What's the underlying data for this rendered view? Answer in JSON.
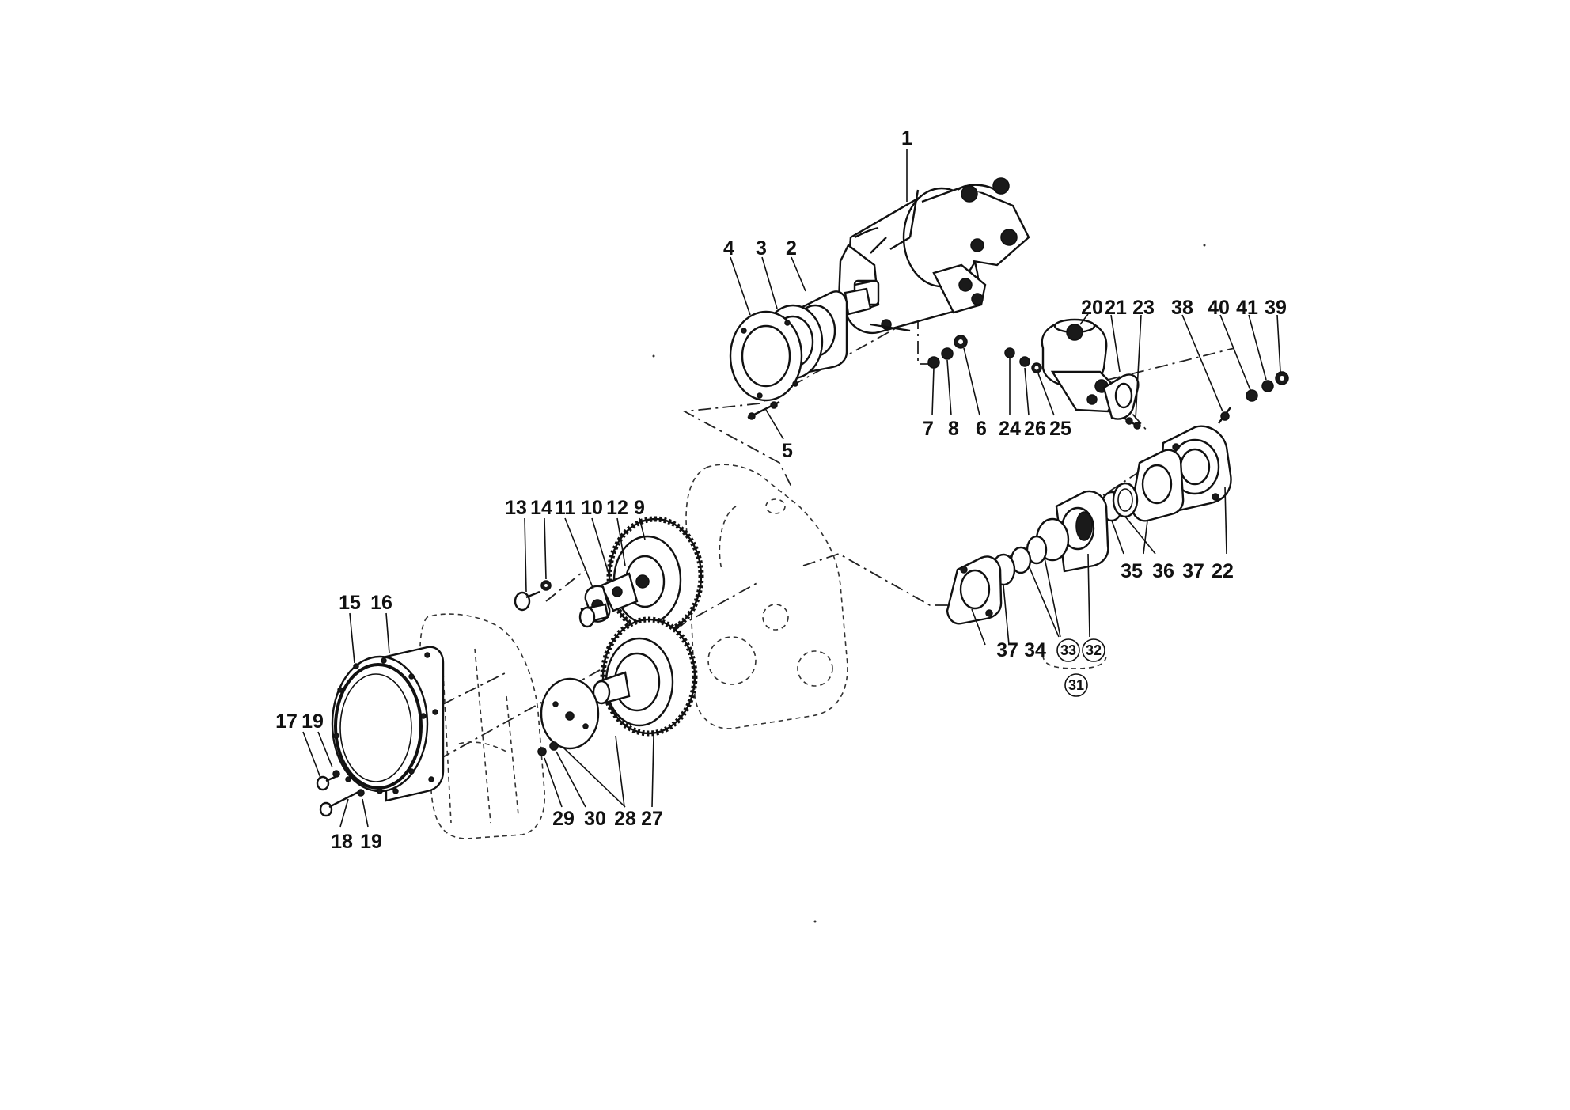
{
  "diagram": {
    "labels": [
      {
        "id": "1",
        "text": "1"
      },
      {
        "id": "2",
        "text": "2"
      },
      {
        "id": "3",
        "text": "3"
      },
      {
        "id": "4",
        "text": "4"
      },
      {
        "id": "5",
        "text": "5"
      },
      {
        "id": "6",
        "text": "6"
      },
      {
        "id": "7",
        "text": "7"
      },
      {
        "id": "8",
        "text": "8"
      },
      {
        "id": "9",
        "text": "9"
      },
      {
        "id": "10",
        "text": "10"
      },
      {
        "id": "11",
        "text": "11"
      },
      {
        "id": "12",
        "text": "12"
      },
      {
        "id": "13",
        "text": "13"
      },
      {
        "id": "14",
        "text": "14"
      },
      {
        "id": "15",
        "text": "15"
      },
      {
        "id": "16",
        "text": "16"
      },
      {
        "id": "17",
        "text": "17"
      },
      {
        "id": "18",
        "text": "18"
      },
      {
        "id": "19a",
        "text": "19"
      },
      {
        "id": "19b",
        "text": "19"
      },
      {
        "id": "20",
        "text": "20"
      },
      {
        "id": "21",
        "text": "21"
      },
      {
        "id": "22",
        "text": "22"
      },
      {
        "id": "23",
        "text": "23"
      },
      {
        "id": "24",
        "text": "24"
      },
      {
        "id": "25",
        "text": "25"
      },
      {
        "id": "26",
        "text": "26"
      },
      {
        "id": "27",
        "text": "27"
      },
      {
        "id": "28",
        "text": "28"
      },
      {
        "id": "29",
        "text": "29"
      },
      {
        "id": "30",
        "text": "30"
      },
      {
        "id": "31",
        "text": "31"
      },
      {
        "id": "32",
        "text": "32"
      },
      {
        "id": "33",
        "text": "33"
      },
      {
        "id": "34",
        "text": "34"
      },
      {
        "id": "35",
        "text": "35"
      },
      {
        "id": "36",
        "text": "36"
      },
      {
        "id": "37a",
        "text": "37"
      },
      {
        "id": "37b",
        "text": "37"
      },
      {
        "id": "38",
        "text": "38"
      },
      {
        "id": "39",
        "text": "39"
      },
      {
        "id": "40",
        "text": "40"
      },
      {
        "id": "41",
        "text": "41"
      }
    ]
  }
}
